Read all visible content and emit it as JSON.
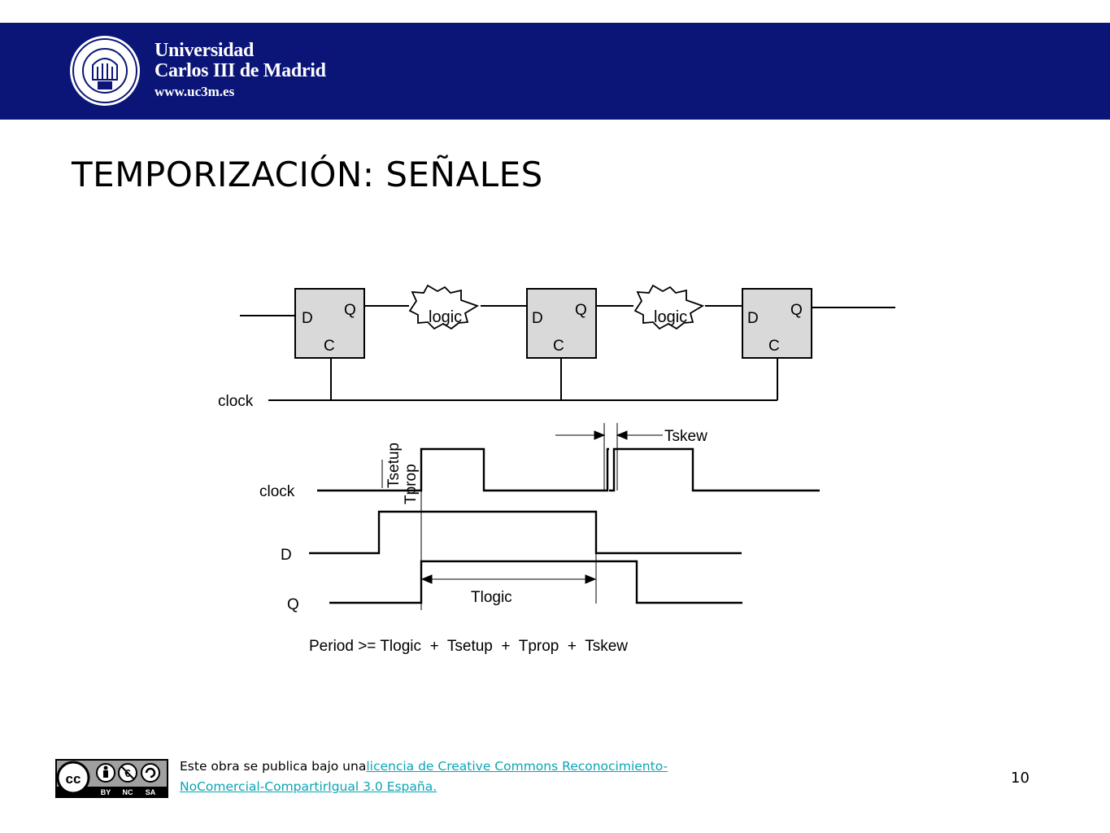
{
  "header": {
    "university_line1": "Universidad",
    "university_line2": "Carlos III de Madrid",
    "website": "www.uc3m.es",
    "banner_color": "#0b1577",
    "logo_icon": "uc3m-seal-icon"
  },
  "slide": {
    "title": "TEMPORIZACIÓN: SEÑALES",
    "page_number": "10"
  },
  "diagram": {
    "flipflops": [
      {
        "d": "D",
        "q": "Q",
        "c": "C"
      },
      {
        "d": "D",
        "q": "Q",
        "c": "C"
      },
      {
        "d": "D",
        "q": "Q",
        "c": "C"
      }
    ],
    "logic_blocks": [
      "logic",
      "logic"
    ],
    "clock_net_label": "clock",
    "signals": {
      "clock": "clock",
      "d": "D",
      "q": "Q"
    },
    "annotations": {
      "tsetup": "Tsetup",
      "tprop": "Tprop",
      "tskew": "Tskew",
      "tlogic": "Tlogic"
    },
    "formula": "Period >= Tlogic  +  Tsetup  +  Tprop  +  Tskew"
  },
  "footer": {
    "license_badge_icon": "cc-by-nc-sa-icon",
    "license_badge_labels": [
      "BY",
      "NC",
      "SA"
    ],
    "license_prefix": "Este obra se publica bajo una",
    "license_link_text": "licencia de Creative Commons Reconocimiento-NoComercial-CompartirIgual  3.0 España.",
    "link_color": "#0aa5b5"
  }
}
